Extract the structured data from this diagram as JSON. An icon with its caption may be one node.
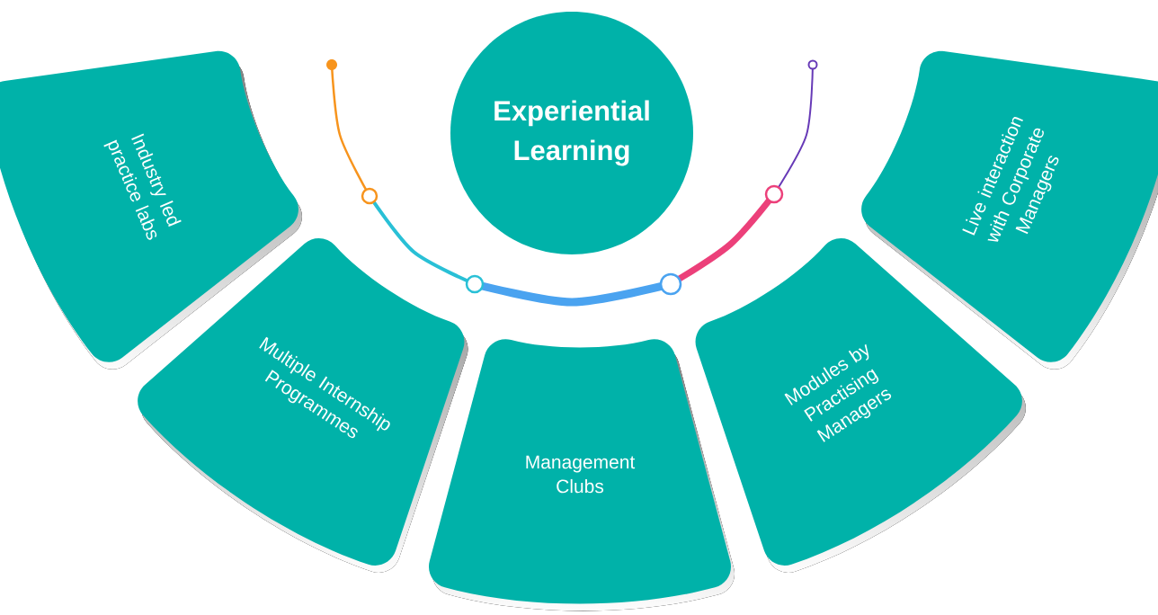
{
  "diagram": {
    "nodes": [
      {
        "text": [
          "Experiential Learning"
        ]
      },
      {
        "text": [
          "Industry led practice labs"
        ]
      },
      {
        "text": [
          "Multiple Internship Programmes"
        ]
      },
      {
        "text": [
          "Management Clubs"
        ]
      },
      {
        "text": [
          "Modules by Practising Managers"
        ]
      },
      {
        "text": [
          "Live interaction with Corporate Managers"
        ]
      }
    ]
  }
}
